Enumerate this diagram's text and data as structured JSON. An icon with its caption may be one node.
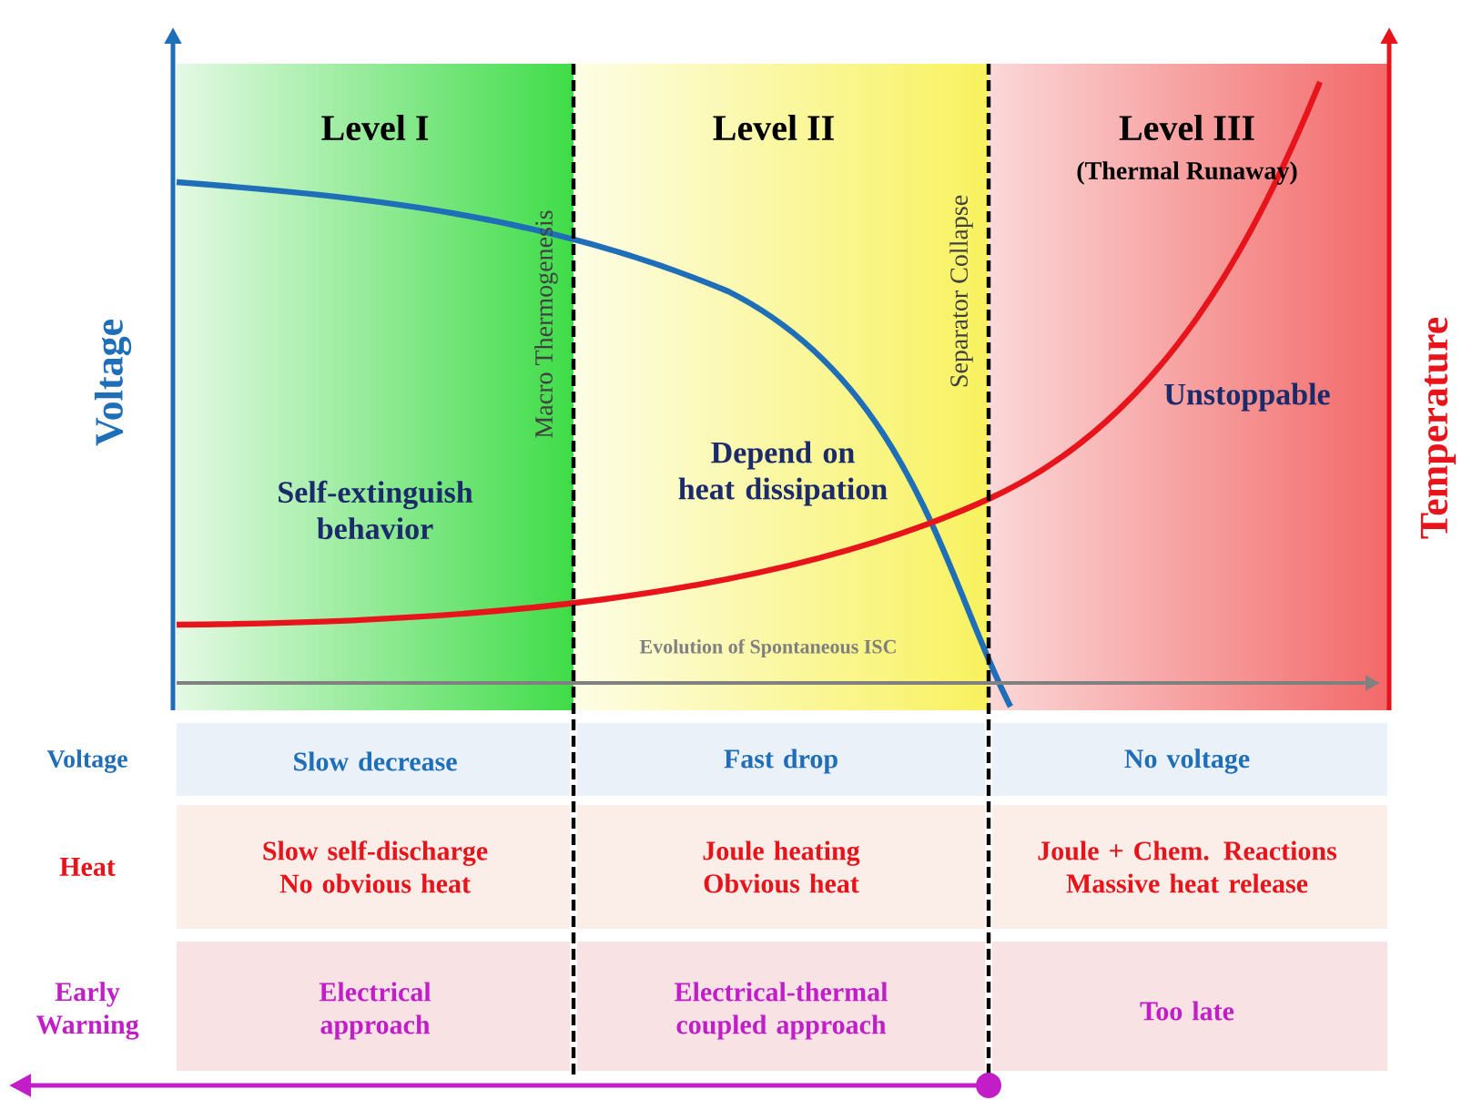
{
  "diagram": {
    "nodes": [
      {
        "text": [
          "Level I",
          "Self-extinguish behavior"
        ]
      },
      {
        "text": [
          "Level II",
          "Depend on heat dissipation"
        ]
      },
      {
        "text": [
          "Level III",
          "(Thermal Runaway)",
          "Unstoppable"
        ]
      }
    ],
    "labels": [
      "Voltage",
      "Temperature",
      "Macro Thermogenesis",
      "Separator Collapse",
      "Evolution of Spontaneous ISC",
      "Voltage",
      "Slow decrease",
      "Fast drop",
      "No voltage",
      "Heat",
      "Slow self-discharge No obvious heat",
      "Joule heating Obvious heat",
      "Joule + Chem. Reactions Massive heat release",
      "Early Warning",
      "Electrical approach",
      "Electrical-thermal coupled approach",
      "Too late"
    ]
  }
}
